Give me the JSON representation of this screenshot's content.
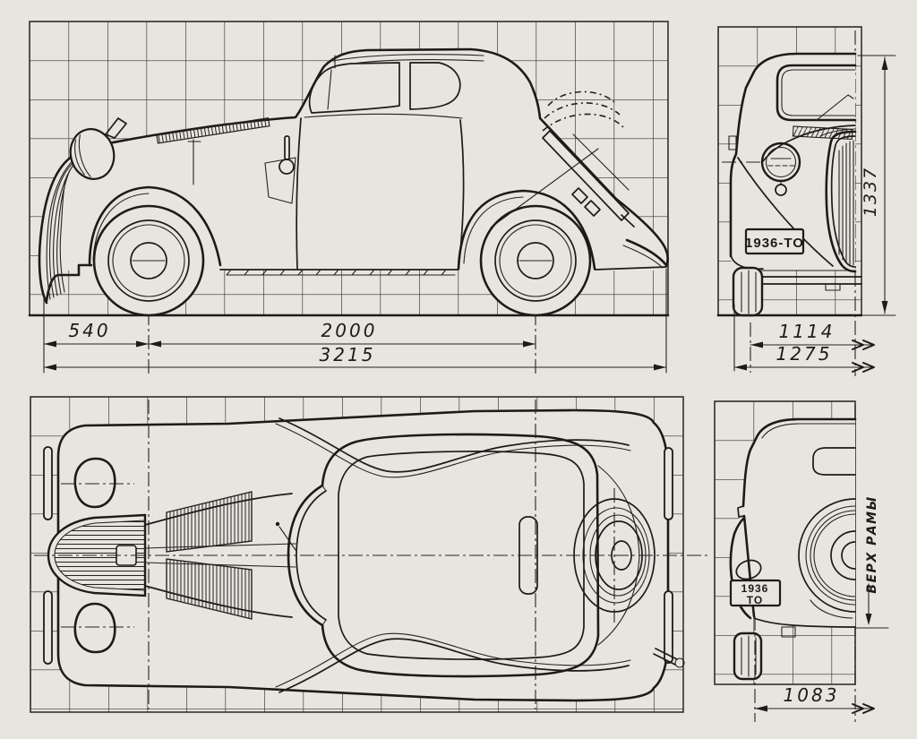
{
  "colors": {
    "paper": "#e8e5e0",
    "ink": "#1d1b18",
    "grid": "#34312c"
  },
  "side_view": {
    "dim_front_overhang": "540",
    "dim_wheelbase": "2000",
    "dim_overall_length": "3215"
  },
  "front_view": {
    "license_plate": "1936-TO",
    "dim_overall_height": "1337",
    "dim_front_track": "1114",
    "dim_overall_width": "1275"
  },
  "rear_view": {
    "license_plate_line1": "1936",
    "license_plate_line2": "TO",
    "dim_rear_track": "1083",
    "frame_top_label": "ВЕРХ РАМЫ"
  }
}
